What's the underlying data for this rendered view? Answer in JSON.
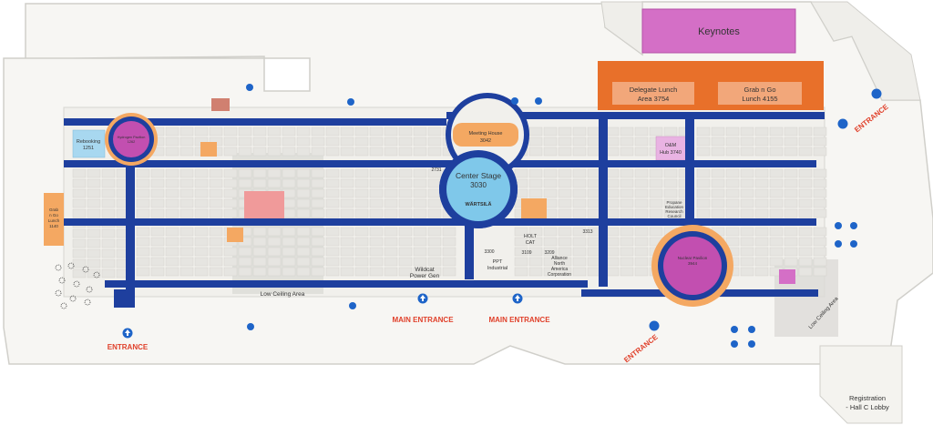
{
  "areas": {
    "keynotes": "Keynotes",
    "delegate_lunch": [
      "Delegate Lunch",
      "Area 3754"
    ],
    "grab_go_lunch": [
      "Grab n Go",
      "Lunch 4155"
    ],
    "meeting_house": [
      "Meeting House",
      "3042"
    ],
    "center_stage": [
      "Center Stage",
      "3030"
    ],
    "center_stage_sponsor": "WÄRTSILÄ",
    "rebooking": [
      "Rebooking",
      "1251"
    ],
    "grab_go_left": [
      "Grab",
      "n Go",
      "Lunch",
      "1140"
    ],
    "om_hub": [
      "O&M",
      "Hub 3740"
    ],
    "hydrogen_pavilion": [
      "Hydrogen Pavilion",
      "1262"
    ],
    "nuclear_pavilion": [
      "Nuclear Pavilion",
      "3944"
    ],
    "wildcat": [
      "Wildcat",
      "Power Gen"
    ],
    "ppt_industrial": [
      "PPT",
      "Industrial"
    ],
    "holt_cat": [
      "HOLT",
      "CAT"
    ],
    "alliance": [
      "Alliance",
      "North",
      "America",
      "Corporation"
    ],
    "propane_council": [
      "Propane",
      "Education",
      "Research",
      "Council"
    ],
    "booth_3300": "3300",
    "booth_3109": "3109",
    "booth_3209": "3209",
    "booth_3313": "3313",
    "booth_2731": "2731",
    "low_ceiling_1": "Low Ceiling Area",
    "low_ceiling_2": "Low Ceiling Area",
    "registration": [
      "Registration",
      "- Hall C Lobby"
    ]
  },
  "entrances": {
    "left": "ENTRANCE",
    "main_1": "MAIN ENTRANCE",
    "main_2": "MAIN ENTRANCE",
    "bottom_right": "ENTRANCE",
    "top_right": "ENTRANCE"
  },
  "colors": {
    "aisle": "#1e3f9e",
    "keynotes": "#d46fc6",
    "lunch_orange": "#e8702a",
    "lunch_inner": "#f2a77a",
    "meeting": "#f4a862",
    "pavilion_ring": "#1e3f9e",
    "pavilion_fill": "#c24fb0",
    "rebooking": "#a8d8f0",
    "om_hub": "#e9b3e3",
    "hall": "#f7f6f3",
    "booth": "#e4e3df",
    "entrance": "#e0402a"
  }
}
